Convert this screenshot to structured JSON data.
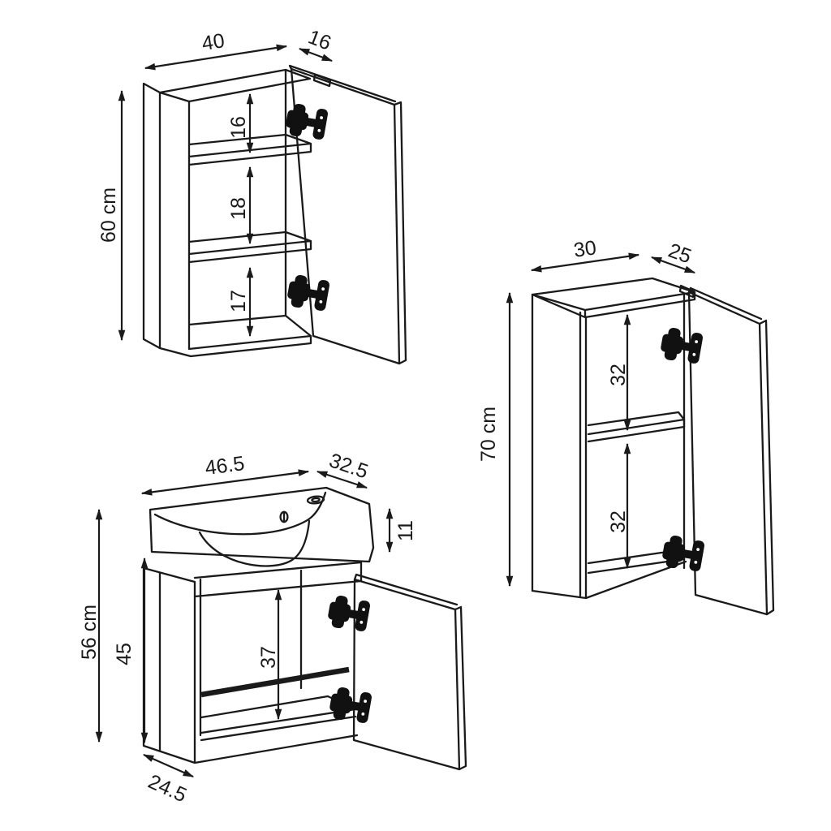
{
  "style": {
    "background": "#ffffff",
    "line_color": "#1a1a1a",
    "hinge_color": "#111111"
  },
  "mirror_cabinet": {
    "width": "40",
    "depth": "16",
    "height": "60 cm",
    "shelf_gap_top": "16",
    "shelf_gap_middle": "18",
    "shelf_gap_bottom": "17"
  },
  "vanity_unit": {
    "width": "46.5",
    "depth": "32.5",
    "basin_height": "11",
    "height": "56 cm",
    "carcass_height": "45",
    "door_opening_height": "37",
    "base_depth": "24.5"
  },
  "side_cabinet": {
    "width": "30",
    "depth": "25",
    "height": "70 cm",
    "compartment_top": "32",
    "compartment_bottom": "32"
  }
}
